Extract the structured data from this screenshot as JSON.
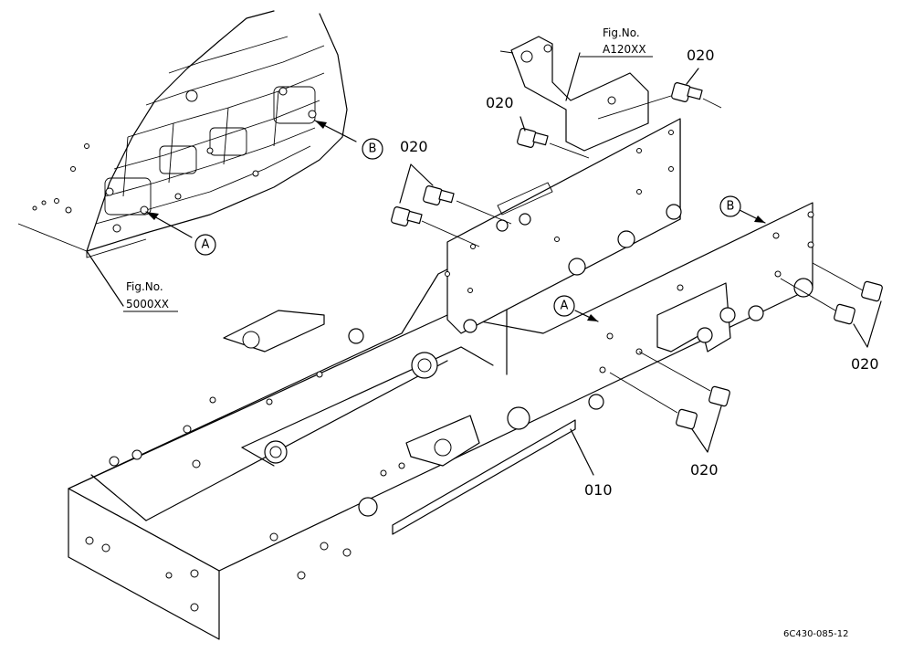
{
  "parts": {
    "frame": "010",
    "bolt": "020"
  },
  "references": {
    "engine_block_fig": [
      "Fig.No.",
      "5000XX"
    ],
    "bracket_fig": [
      "Fig.No.",
      "A120XX"
    ]
  },
  "markers": {
    "a": "A",
    "b": "B"
  },
  "drawing_code": "6C430-085-12"
}
